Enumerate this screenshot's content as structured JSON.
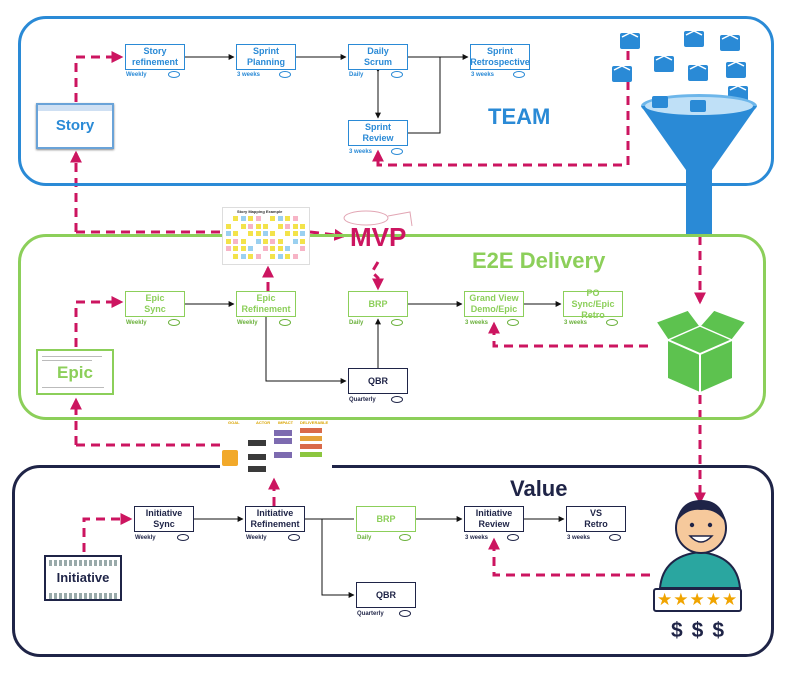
{
  "lanes": {
    "team": {
      "title": "TEAM",
      "color": "#2a8ad6"
    },
    "e2e": {
      "title": "E2E Delivery",
      "color": "#8ccf5a"
    },
    "value": {
      "title": "Value",
      "color": "#1f2447"
    }
  },
  "team_nodes": {
    "story_refinement": {
      "label": "Story\nrefinement",
      "cadence": "Weekly"
    },
    "sprint_planning": {
      "label": "Sprint\nPlanning",
      "cadence": "3 weeks"
    },
    "daily_scrum": {
      "label": "Daily\nScrum",
      "cadence": "Daily"
    },
    "sprint_retro": {
      "label": "Sprint\nRetrospective",
      "cadence": "3 weeks"
    },
    "sprint_review": {
      "label": "Sprint\nReview",
      "cadence": "3 weeks"
    }
  },
  "e2e_nodes": {
    "epic_sync": {
      "label": "Epic\nSync",
      "cadence": "Weekly"
    },
    "epic_refinement": {
      "label": "Epic\nRefinement",
      "cadence": "Weekly"
    },
    "brp": {
      "label": "BRP",
      "cadence": "Daily"
    },
    "grand_view": {
      "label": "Grand View\nDemo/Epic",
      "cadence": "3 weeks"
    },
    "po_sync": {
      "label": "PO Sync/Epic\nRetro",
      "cadence": "3 weeks"
    },
    "qbr": {
      "label": "QBR",
      "cadence": "Quarterly"
    }
  },
  "value_nodes": {
    "initiative_sync": {
      "label": "Initiative\nSync",
      "cadence": "Weekly"
    },
    "initiative_refinement": {
      "label": "Initiative\nRefinement",
      "cadence": "Weekly"
    },
    "brp": {
      "label": "BRP",
      "cadence": "Daily"
    },
    "initiative_review": {
      "label": "Initiative\nReview",
      "cadence": "3 weeks"
    },
    "vs_retro": {
      "label": "VS\nRetro",
      "cadence": "3 weeks"
    },
    "qbr": {
      "label": "QBR",
      "cadence": "Quarterly"
    }
  },
  "artifacts": {
    "story": "Story",
    "epic": "Epic",
    "initiative": "Initiative",
    "mvp": "MVP",
    "story_map_title": "Story Mapping Example",
    "impact_map_headers": [
      "GOAL",
      "ACTOR",
      "IMPACT",
      "DELIVERABLE"
    ]
  },
  "rating": {
    "stars": "★★★★★",
    "dollars": "$$$"
  },
  "colors": {
    "flow": "#cc1560",
    "arrow": "#111111"
  },
  "icons": [
    "box-icon",
    "funnel-icon",
    "open-box-icon",
    "customer-avatar-icon",
    "star-rating-icon",
    "dollar-icon"
  ]
}
